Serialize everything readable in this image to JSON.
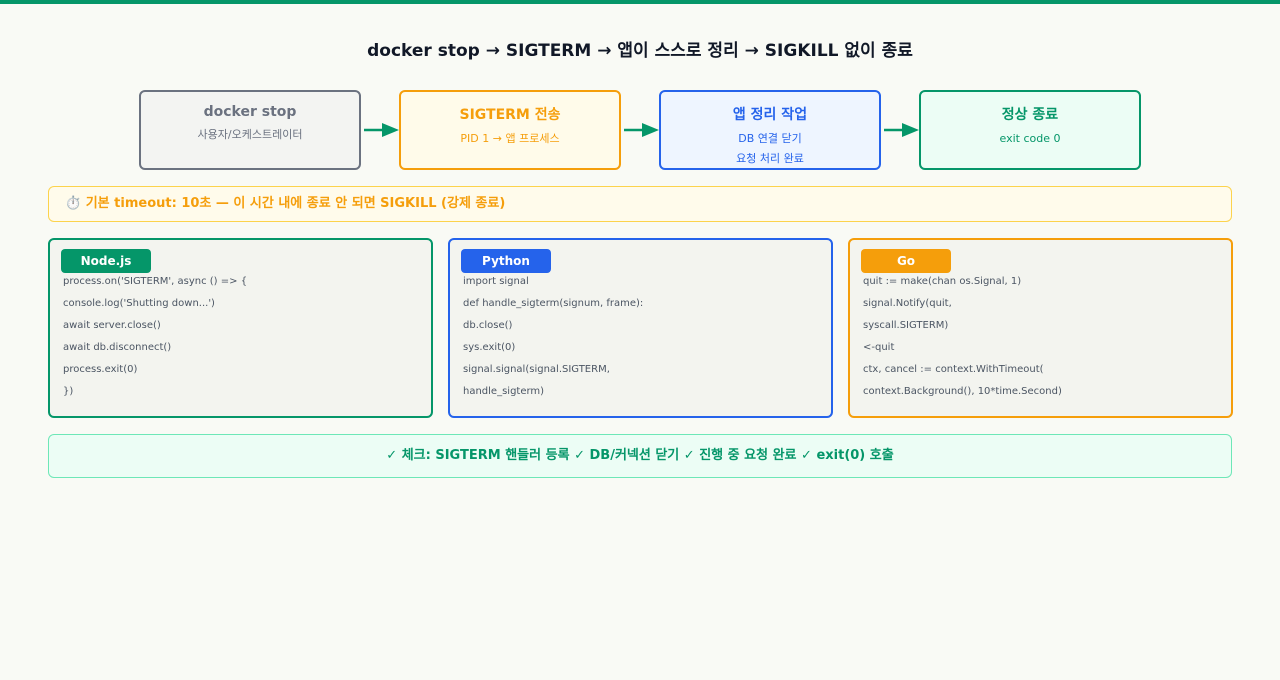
{
  "title": "docker stop → SIGTERM → 앱이 스스로 정리 → SIGKILL 없이 종료",
  "flow": [
    {
      "title": "docker stop",
      "lines": [
        "사용자/오케스트레이터"
      ]
    },
    {
      "title": "SIGTERM 전송",
      "lines": [
        "PID 1 → 앱 프로세스"
      ]
    },
    {
      "title": "앱 정리 작업",
      "lines": [
        "DB 연결 닫기",
        "요청 처리 완료"
      ]
    },
    {
      "title": "정상 종료",
      "lines": [
        "exit code 0"
      ]
    }
  ],
  "warning": "⏱️ 기본 timeout: 10초 — 이 시간 내에 종료 안 되면 SIGKILL (강제 종료)",
  "code_examples": [
    {
      "lang": "Node.js",
      "lines": [
        "process.on('SIGTERM', async () => {",
        "console.log('Shutting down...')",
        "await server.close()",
        "await db.disconnect()",
        "process.exit(0)",
        "})"
      ]
    },
    {
      "lang": "Python",
      "lines": [
        "import signal",
        "def handle_sigterm(signum, frame):",
        "db.close()",
        "sys.exit(0)",
        "signal.signal(signal.SIGTERM,",
        "handle_sigterm)"
      ]
    },
    {
      "lang": "Go",
      "lines": [
        "quit := make(chan os.Signal, 1)",
        "signal.Notify(quit,",
        "syscall.SIGTERM)",
        "<-quit",
        "ctx, cancel := context.WithTimeout(",
        "context.Background(), 10*time.Second)"
      ]
    }
  ],
  "checklist": "✓ 체크: SIGTERM 핸들러 등록 ✓ DB/커넥션 닫기 ✓ 진행 중 요청 완료 ✓ exit(0) 호출",
  "colors": {
    "green": "#059669",
    "orange": "#f59e0b",
    "blue": "#2563eb",
    "gray": "#6b7280"
  }
}
